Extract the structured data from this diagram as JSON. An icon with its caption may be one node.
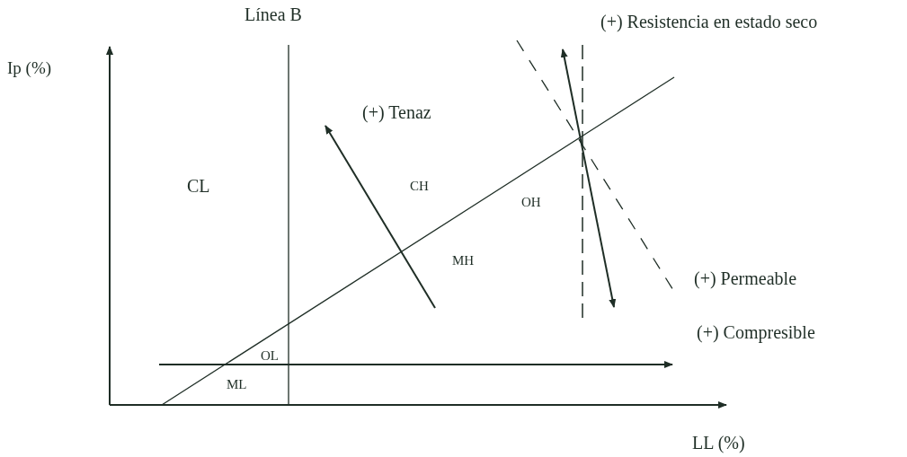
{
  "diagram": {
    "labels": [
      "Línea B",
      "(+) Resistencia en estado seco",
      "Ip (%)",
      "(+) Tenaz",
      "CL",
      "CH",
      "OH",
      "MH",
      "(+) Permeable",
      "(+) Compresible",
      "OL",
      "ML",
      "LL (%)"
    ]
  }
}
